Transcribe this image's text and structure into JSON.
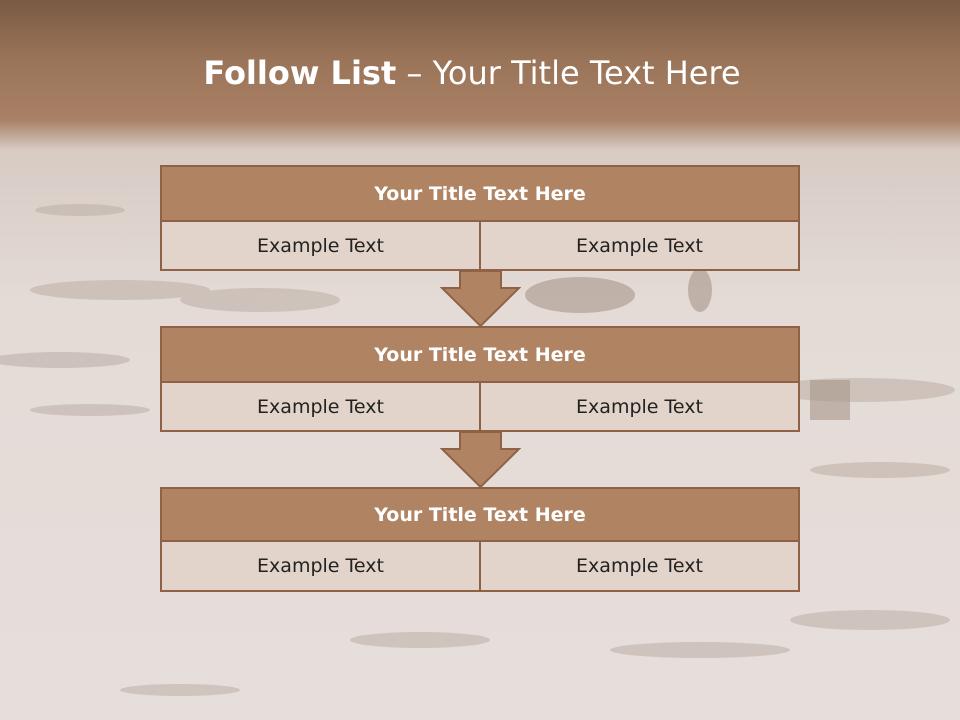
{
  "title": {
    "bold": "Follow List",
    "rest": "– Your Title Text Here"
  },
  "steps": [
    {
      "title": "Your Title Text Here",
      "left": "Example Text",
      "right": "Example Text"
    },
    {
      "title": "Your Title Text Here",
      "left": "Example Text",
      "right": "Example Text"
    },
    {
      "title": "Your Title Text Here",
      "left": "Example Text",
      "right": "Example Text"
    }
  ],
  "colors": {
    "header_fill": "#b08463",
    "border": "#8f6245",
    "cell_fill": "#e2d3cb",
    "arrow_fill": "#b08463"
  }
}
